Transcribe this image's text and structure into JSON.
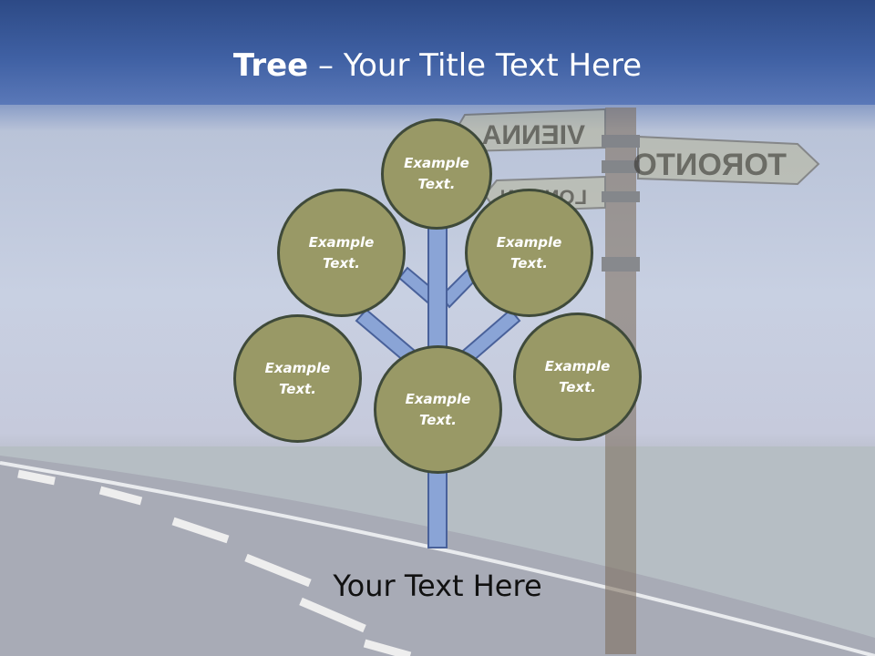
{
  "title": {
    "bold": "Tree",
    "rest": " – Your Title Text Here"
  },
  "circles": [
    {
      "text": "Example Text."
    },
    {
      "text": "Example Text."
    },
    {
      "text": "Example Text."
    },
    {
      "text": "Example Text."
    },
    {
      "text": "Example Text."
    },
    {
      "text": "Example Text."
    }
  ],
  "caption": "Your Text Here",
  "background": {
    "sign_words": [
      "VIENNA",
      "TORONTO",
      "LONDON"
    ]
  },
  "colors": {
    "circle_fill": "#999966",
    "circle_border": "#3f4a3a",
    "trunk": "#8aa4d6",
    "title_band": "#3f60a3"
  }
}
